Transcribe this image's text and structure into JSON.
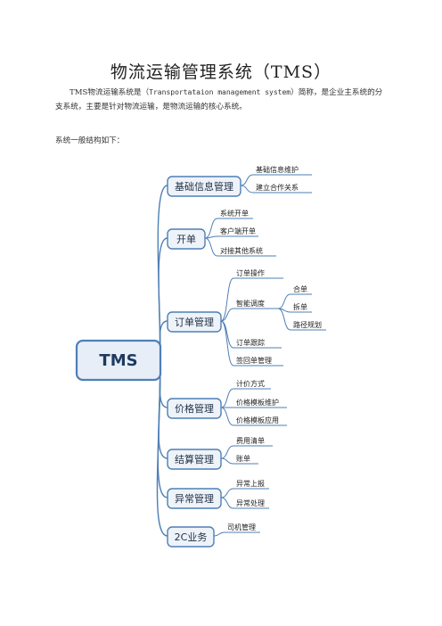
{
  "title": "物流运输管理系统（TMS）",
  "intro": {
    "lead": "TMS物流运输系统是（",
    "english": "Transportataion  management  system",
    "rest": "）简称，是企业主系统的分支系统，主要是针对物流运输，是物流运输的核心系统。"
  },
  "structure_intro": "系统一般结构如下：",
  "mindmap": {
    "root": "TMS",
    "branches": [
      {
        "label": "基础信息管理",
        "children": [
          "基础信息维护",
          "建立合作关系"
        ]
      },
      {
        "label": "开单",
        "children": [
          "系统开单",
          "客户端开单",
          "对接其他系统"
        ]
      },
      {
        "label": "订单管理",
        "children": [
          "订单操作",
          "智能调度",
          "订单跟踪",
          "签回单管理"
        ],
        "sub": {
          "parent": "智能调度",
          "children": [
            "合单",
            "拆单",
            "路径规划"
          ]
        }
      },
      {
        "label": "价格管理",
        "children": [
          "计价方式",
          "价格模板维护",
          "价格模板应用"
        ]
      },
      {
        "label": "结算管理",
        "children": [
          "费用清单",
          "账单"
        ]
      },
      {
        "label": "异常管理",
        "children": [
          "异常上报",
          "异常处理"
        ]
      },
      {
        "label": "2C业务",
        "children": [
          "司机管理"
        ]
      }
    ]
  },
  "colors": {
    "accent": "#4e7fb5",
    "node_fill": "#eef3f9",
    "root_fill": "#e7eef7",
    "text": "#222222"
  }
}
